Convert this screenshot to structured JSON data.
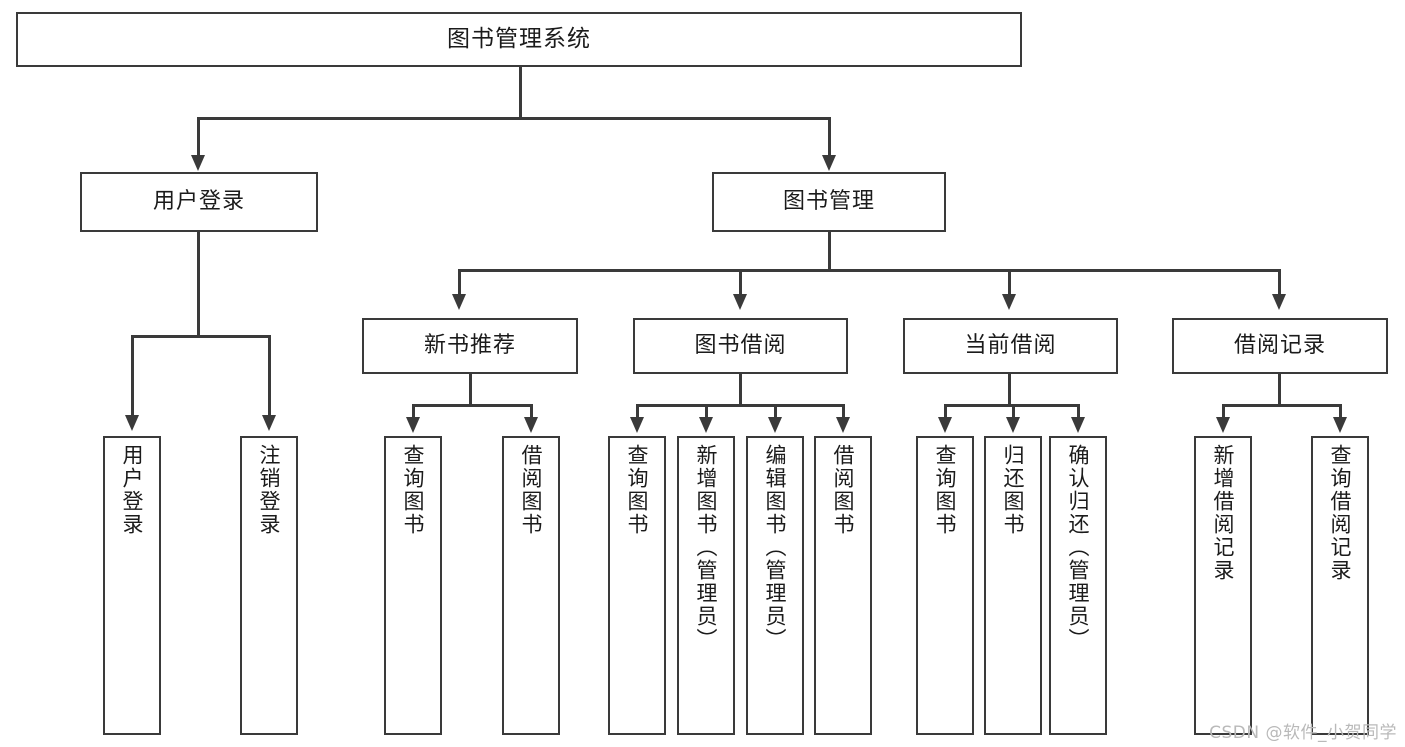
{
  "diagram": {
    "title": "图书管理系统",
    "type": "tree",
    "watermark": "CSDN @软件_小贺同学",
    "colors": {
      "stroke": "#3a3a3a",
      "fill": "#ffffff",
      "text": "#1b1b1b",
      "watermark": "#b9b9b9"
    },
    "root": {
      "label": "图书管理系统"
    },
    "level2": [
      {
        "label": "用户登录"
      },
      {
        "label": "图书管理"
      }
    ],
    "level3": [
      {
        "label": "新书推荐"
      },
      {
        "label": "图书借阅"
      },
      {
        "label": "当前借阅"
      },
      {
        "label": "借阅记录"
      }
    ],
    "leaves": {
      "user_login": [
        {
          "label": "用户登录"
        },
        {
          "label": "注销登录"
        }
      ],
      "new_book": [
        {
          "label": "查询图书"
        },
        {
          "label": "借阅图书"
        }
      ],
      "book_borrow": [
        {
          "label": "查询图书"
        },
        {
          "label": "新增图书（管理员）"
        },
        {
          "label": "编辑图书（管理员）"
        },
        {
          "label": "借阅图书"
        }
      ],
      "current_borrow": [
        {
          "label": "查询图书"
        },
        {
          "label": "归还图书"
        },
        {
          "label": "确认归还（管理员）"
        }
      ],
      "borrow_record": [
        {
          "label": "新增借阅记录"
        },
        {
          "label": "查询借阅记录"
        }
      ]
    }
  }
}
